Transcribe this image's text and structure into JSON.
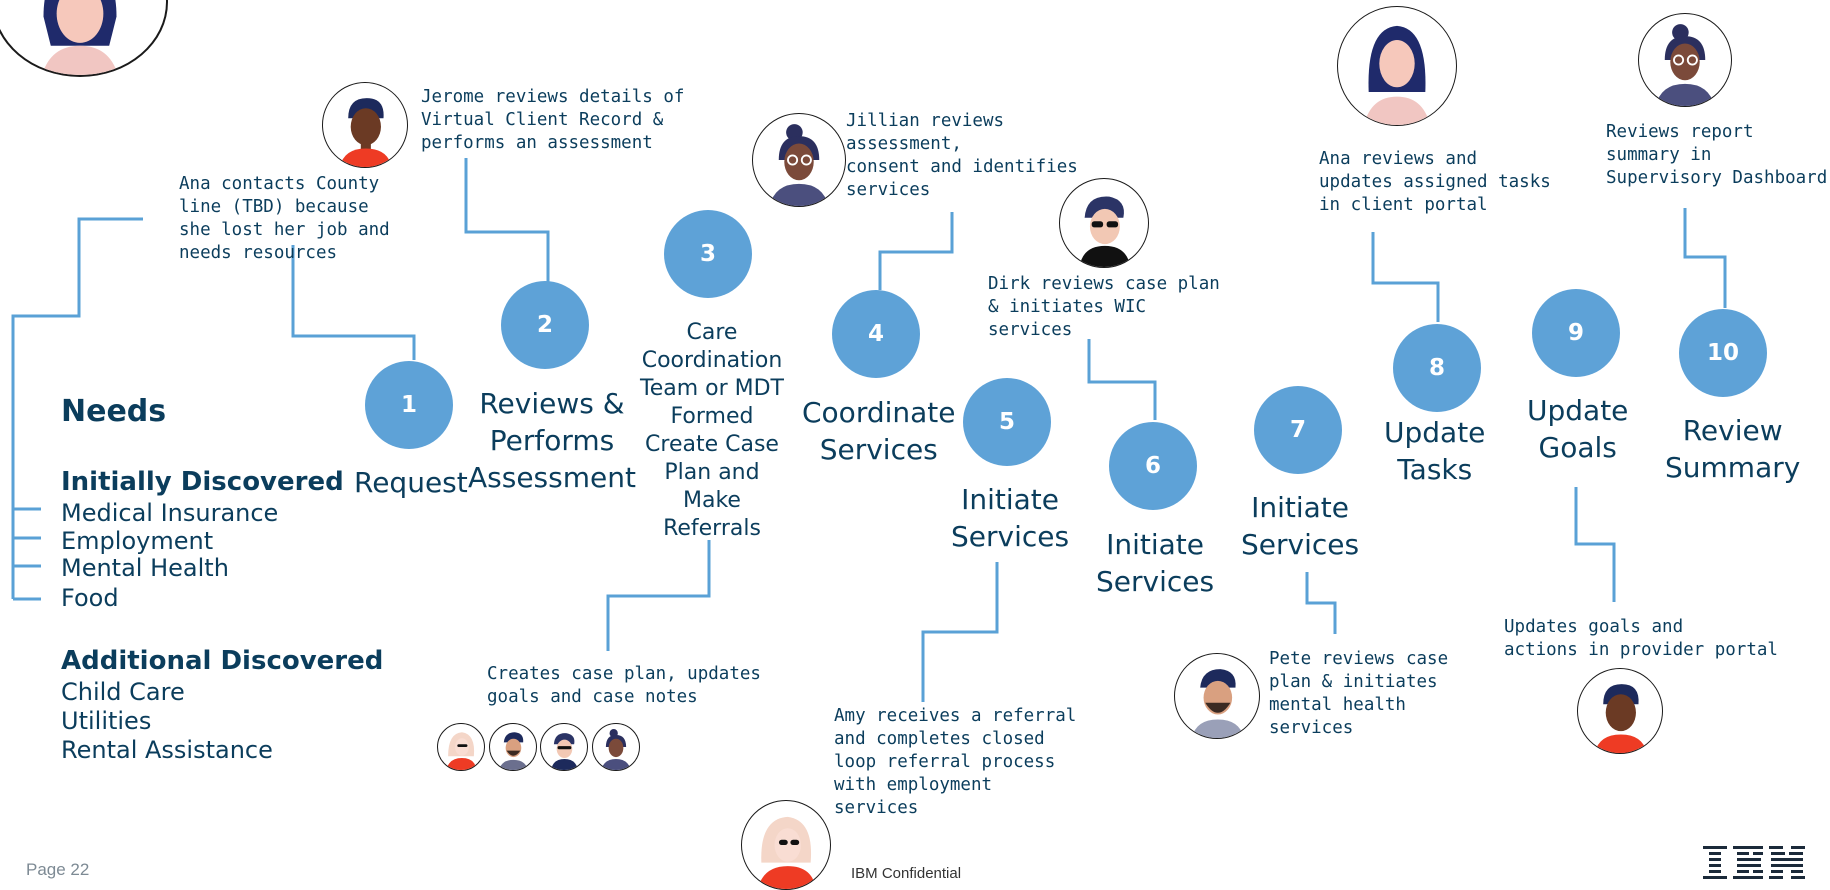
{
  "steps": [
    {
      "number": "1",
      "label": "Request"
    },
    {
      "number": "2",
      "label": "Reviews &\nPerforms\nAssessment"
    },
    {
      "number": "3",
      "label": "Care\nCoordination\nTeam or MDT\nFormed\nCreate Case\nPlan and\nMake\nReferrals"
    },
    {
      "number": "4",
      "label": "Coordinate\nServices"
    },
    {
      "number": "5",
      "label": "Initiate\nServices"
    },
    {
      "number": "6",
      "label": "Initiate\nServices"
    },
    {
      "number": "7",
      "label": "Initiate\nServices"
    },
    {
      "number": "8",
      "label": "Update\nTasks"
    },
    {
      "number": "9",
      "label": "Update\nGoals"
    },
    {
      "number": "10",
      "label": "Review\nSummary"
    }
  ],
  "notes": {
    "ana_contacts": "Ana contacts County\nline (TBD) because\nshe lost her job and\nneeds resources",
    "jerome": "Jerome reviews details of\nVirtual Client Record &\nperforms an assessment",
    "case_plan": "Creates case plan, updates\ngoals and case notes",
    "jillian": "Jillian reviews\nassessment,\nconsent  and identifies\nservices",
    "amy": "Amy receives a referral\nand completes closed\nloop referral process\nwith employment\nservices",
    "dirk": "Dirk reviews case plan\n& initiates WIC\nservices",
    "pete": "Pete reviews case\nplan & initiates\nmental health\nservices",
    "ana_updates": "Ana reviews and\nupdates assigned tasks\nin client portal",
    "goals": "Updates goals and\nactions in provider portal",
    "report": "Reviews report\nsummary in\nSupervisory Dashboard"
  },
  "needs": {
    "title": "Needs",
    "initial_heading": "Initially Discovered",
    "initial_items": [
      "Medical Insurance",
      "Employment",
      "Mental Health",
      "Food"
    ],
    "additional_heading": "Additional Discovered",
    "additional_items": [
      "Child Care",
      "Utilities",
      "Rental Assistance"
    ]
  },
  "footer": {
    "page": "Page 22",
    "confidential": "IBM Confidential",
    "logo": "IBM"
  },
  "colors": {
    "step_circle": "#5ea2d7",
    "connector": "#5aa1d6",
    "text": "#0b3d5c",
    "accent_shirt": "#ee3b24"
  },
  "avatars": [
    "ana-avatar",
    "jerome-avatar",
    "jillian-avatar",
    "dirk-avatar",
    "amy-avatar",
    "pete-avatar",
    "ana-avatar-2",
    "supervisor-avatar",
    "provider-avatar",
    "team-avatars"
  ]
}
